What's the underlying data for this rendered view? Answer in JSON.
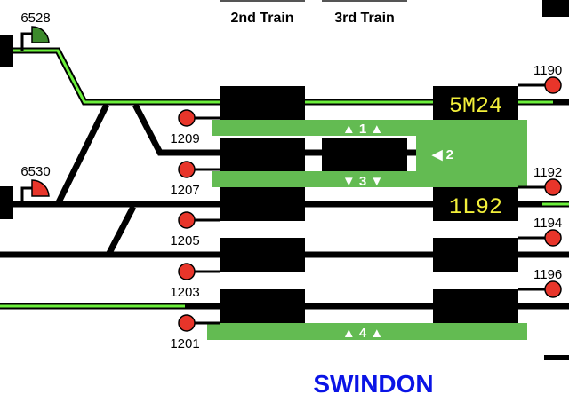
{
  "headers": {
    "second_train": "2nd Train",
    "third_train": "3rd Train"
  },
  "station": {
    "name": "SWINDON",
    "color": "#0a14e6"
  },
  "colors": {
    "route_set": "#6cf03c",
    "platform": "#63bb52",
    "signal_red": "#e8352a",
    "signal_green": "#3c8a2c",
    "headcode_text": "#f2ef3a"
  },
  "platforms": [
    {
      "label": "▲ 1 ▲"
    },
    {
      "label": "◀ 2"
    },
    {
      "label": "▼ 3 ▼"
    },
    {
      "label": "▲ 4 ▲"
    }
  ],
  "headcodes": [
    "5M24",
    "1L92"
  ],
  "signals": {
    "shunt": [
      {
        "id": "6528",
        "aspect": "green"
      },
      {
        "id": "6530",
        "aspect": "red"
      }
    ],
    "left": [
      "1209",
      "1207",
      "1205",
      "1203",
      "1201"
    ],
    "right": [
      "1190",
      "1192",
      "1194",
      "1196"
    ]
  }
}
